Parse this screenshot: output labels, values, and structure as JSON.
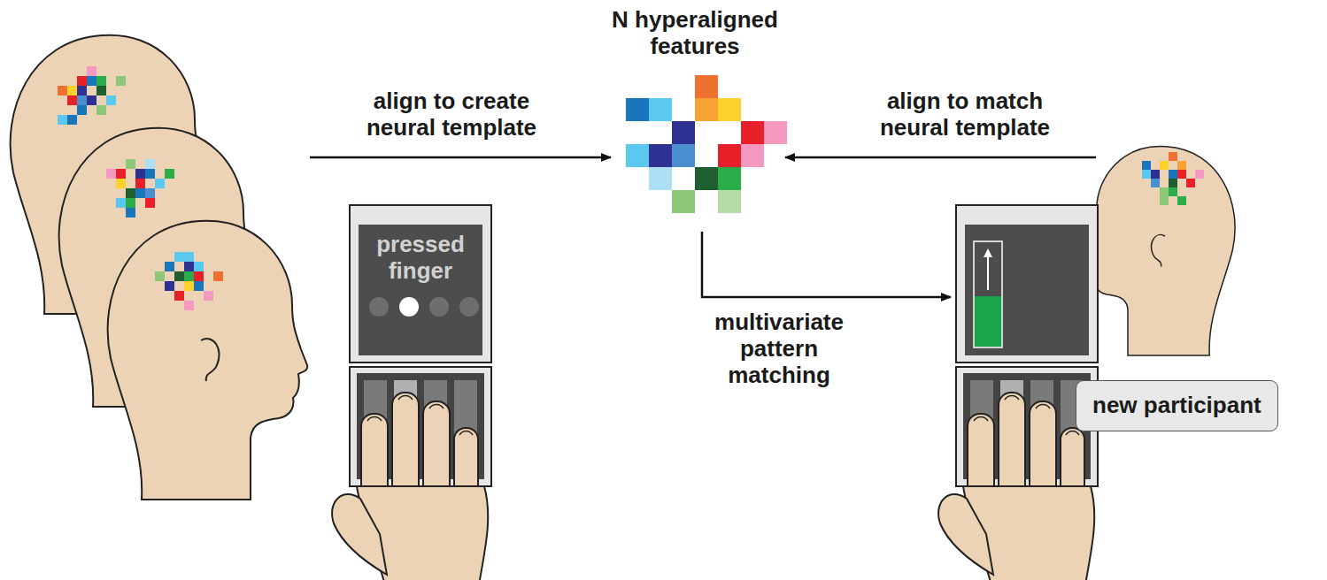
{
  "diagram": {
    "nodes": [
      {
        "text": [
          "N hyperaligned features"
        ]
      },
      {
        "text": [
          "pressed finger"
        ]
      },
      {
        "text": [
          "new participant"
        ]
      }
    ],
    "labels": [
      "align to create neural template",
      "align to match neural template",
      "multivariate pattern matching"
    ]
  }
}
